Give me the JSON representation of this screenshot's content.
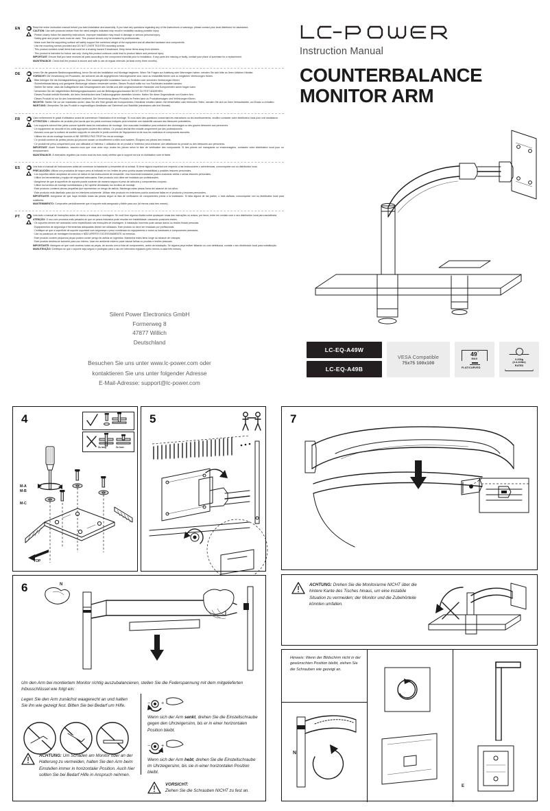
{
  "brand": {
    "logo_text": "LC-POWER",
    "subtitle": "Instruction Manual",
    "product_title_line1": "COUNTERBALANCE",
    "product_title_line2": "MONITOR ARM"
  },
  "safety": {
    "languages": [
      {
        "code": "EN",
        "intro": "Read the entire instruction manual before you start installation and assembly. If you have any questions regarding any of the instructions or warnings, please contact your local distributor for assistance.",
        "caution_label": "CAUTION:",
        "caution": "Use with products heavier than the rated weights indicated may result in instability causing possible injury.",
        "bullets": [
          "Please closely follow the assembly instructions. Improper installation may result in damage or serious personal injury.",
          "Safety gear and proper tools must be used. This product should only be installed by professionals.",
          "Make sure that the supporting surface will safely support the combined weight of the equipment and all attached hardware and components.",
          "Use the mounting screws provided and DO NOT OVER TIGHTEN mounting screws.",
          "This product contains small items that could be a choking hazard if swallowed. Keep these items away from children.",
          "This product is intended for indoor use only. Using this product outdoors could lead to product failure and personal injury."
        ],
        "important_label": "IMPORTANT:",
        "important": "Ensure that you have received all parts according to the component checklist prior to installation. If any parts are missing or faulty, contact your place of purchase for a replacement.",
        "maintenance_label": "MAINTENANCE:",
        "maintenance": "Check that the product is secure and safe to use at regular intervals (at least every three months)."
      },
      {
        "code": "DE",
        "intro": "Lesen Sie die gesamte Bedienungsanleitung, bevor Sie mit der Installation und Montage beginnen. Wenn Sie Fragen zur Anleitung oder Warnungen haben, wenden Sie sich bitte an Ihren örtlichen Händler.",
        "caution_label": "VORSICHT:",
        "caution": "Die Verwendung mit Produkten, die schwerer als die angegebenen Nennegewichte sind, kann zu Instabilität führen und zu möglichen Verletzungen führen.",
        "bullets": [
          "Bitte befolgen Sie die Montageanleitung genau. Eine unsachgemäße Installation kann zu Schäden oder schweren Verletzungen führen.",
          "Sicherheitsausrüstung und geeignete Werkzeuge müssen verwendet werden. Dieses Produkt sollte nur von Fachleuten installiert werden.",
          "Stellen Sie sicher, dass die Auflagefläche das Gesamtgewicht des Geräts und aller angeschlossenen Hardware und Komponenten sicher tragen kann.",
          "Verwenden Sie die mitgelieferten Befestigungsschrauben und die Befestigungsschrauben NICHT ZU FEST ANZIEHEN.",
          "Dieses Produkt enthält Kleinteile, die beim Verschlucken eine Erstickungsgefahr darstellen können. Halten Sie diese Gegenstände von Kindern fern.",
          "Dieses Produkt ist nur für den Innenbereich bestimmt. Die Verwendung dieses Produkts im Freien kann zu Produktversagen und Verletzungen führen."
        ],
        "important_label": "WICHTIG:",
        "important": "Stellen Sie vor der Installation sicher, dass Sie alle Teile gemäß der Komponenten-Checkliste erhalten haben. Bei fehlerhaften oder fehlenden Teilen, wenden Sie sich an Ihren Verkaufsstelle, um Ersatz zu erhalten.",
        "maintenance_label": "WARTUNG:",
        "maintenance": "Überprüfen Sie das Produkt in regelmäßigen Abständen auf Sicherheit und Stabilität (mindestens alle drei Monate)."
      },
      {
        "code": "FR",
        "intro": "Lisez entièrement le guide d'utilisateur avant de commencer l'installation et le montage. Si vous avez des questions concernant les instructions ou les avertissements, veuillez contacter votre distributeur local pour une assistance.",
        "caution_label": "ATTENTION:",
        "caution": "L'utilisation de produits plus lourds que les poids nominaux indiqués peut entraîner une instabilité causant des blessures potentielles.",
        "bullets": [
          "Les supports doivent être joints comme spécifié dans les instructions de montage. Une mauvaise installation peut entraîner des dommages ou des graves blessures aux personnes.",
          "Un équipement de sécurité et les outils appropriés doivent être utilisés. Ce produit devrait être installé uniquement par des professionnels.",
          "Assurez-vous que la surface de soutien supporte en sécurité le poids combiné de l'équipement et de tous les matériaux et composants associés.",
          "Utilisez les vis de montage fournies et NE SERREZ PAS TROP les vis de montage.",
          "Ce produit contient de petites pièces qui peuvent causer un étouffement si elles sont avalées. Éloignez ces pièces des enfants.",
          "Ce produit est prévu uniquement pour une utilisation à l'intérieur. L'utilisation de ce produit à l'extérieur peut entraîner une défaillance du produit ou des blessures aux personnes."
        ],
        "important_label": "IMPORTANT:",
        "important": "Avant l'installation, assurez-vous que vous avez reçu toutes les pièces selon la liste de vérification des composants. Si des pièces ont manquants ou endommagées, contactez votre distributeur local pour un remplacement.",
        "maintenance_label": "MAINTENANCE:",
        "maintenance": "À intervalles réguliers (au moins tous les trois mois) vérifiez que le support est sûr et d'utilisation sûre et fiable."
      },
      {
        "code": "ES",
        "intro": "Lea todo el manual de instrucciones antes de comenzar la instalación y ensamble de la unidad. Si tiene alguna inquietud con respecto a las instrucciones o advertencias, comuníquese con su distribuidor local.",
        "caution_label": "PRECAUCIÓN:",
        "caution": "Utilizar con productos de mayor peso al indicado en los límites de peso podría causar inestabilidad y posibles lesiones personales.",
        "bullets": [
          "Los soportes deben acoplarse tal como se indica en las instrucciones de ensamble. Una incorrecta instalación podría ocasionar daños o serias lesiones personales.",
          "Utilice los herramientas y equipo de seguridad adecuados. Este producto sólo debe ser instalado por profesionales.",
          "Asegúrese de que la superficie de soporte pueda sostener de manera segura el peso de articulos y componentes conjunto.",
          "Utilice los tornillos de montaje suministrados y NO apriete demasiado los tornillos de montaje.",
          "Este producto contiene piezas pequeñas que representan un riesgo de asfixia. Mantenga estas piezas fuera del alcance de los niños.",
          "Este producto está diseñado para uso en interiores solamente. Utilizar este producto en exteriores podría ocasionar fallas en el producto y lesiones personales."
        ],
        "important_label": "IMPORTANTE:",
        "important": "Asegúrese de que haya recibido todas las piezas según la lista de verificación de componentes previa a la instalación. Si falta alguna de las partes, o está dañada, comuníquese con su distribuidor local para sustituirla.",
        "maintenance_label": "MANTENIMIENTO:",
        "maintenance": "Compruebe periódicamente que el soporte está asegurado y fiable para uso (al menos cada tres meses)."
      },
      {
        "code": "PT",
        "intro": "Leia todo o manual de instruções antes de iniciar a instalação e montagem. Se você tiver alguma dúvida sobre quaisquer umas das instruções ou avisos, por favor, entre em contato com o seu distribuidor local para assistência.",
        "caution_label": "ATENÇÃO:",
        "caution": "O uso com produtos mais pesados do que os pesos indicados pode resultar em instabilidade, causando possíveis lesões.",
        "bullets": [
          "Os suportes devem ser anexados como especificado nas instruções de montagem. A instalação incorreta pode causar danos ou lesões físicas pessoais.",
          "Equipamentos de segurança e ferramentas adequadas devem ser utilizados. Este produto só deve ser instalado por profissionais.",
          "Certifique-se que a superfície de suporte suportará com segurança o peso combinado do equipamento e todos os hardwares e componentes anexados.",
          "Use os parafusos de montagem fornecidos e NÃO APERTE EXCESSIVAMENTE os mesmos.",
          "Este produto contém pequenos peças podem conter perigo de asfixia se ingeridos. Mantenha estes itens longe do alcance de crianças.",
          "Este produto destina-se somente para uso interno. Usar em ambiente externo pode causar falhas no produto e lesões pessoais."
        ],
        "important_label": "IMPORTANTE:",
        "important": "Assegure-se que você recebeu todas as peças, de acordo com a lista de componentes, antes da instalação. Se alguma peça estiver faltando ou com defeituosa, contate o seu distribuidor local para substituição.",
        "maintenance_label": "MANUTENÇÃO:",
        "maintenance": "Certifique-se que o suporte seja seguro e protegido para o uso em intervalos regulares (pelo menos a cada três meses)."
      }
    ]
  },
  "address": {
    "lines": [
      "Silent Power Electronics GmbH",
      "Formerweg 8",
      "47877 Willich",
      "Deutschland"
    ],
    "contact": [
      "Besuchen Sie uns unter www.lc-power.com oder",
      "kontaktieren Sie uns unter folgender Adresse",
      "E-Mail-Adresse: support@lc-power.com"
    ]
  },
  "badges": {
    "models": [
      "LC-EQ-A49W",
      "LC-EQ-A49B"
    ],
    "vesa_line1": "VESA Compatible",
    "vesa_line2": "75x75 100x100",
    "screen_size": "49",
    "screen_size_unit": "″",
    "screen_max": "MAX",
    "screen_type": "FLAT/CURVED",
    "weight_line1": "2-20kg",
    "weight_line2": "(4.4-44lbs)",
    "weight_line3": "RATED"
  },
  "steps": {
    "step4": {
      "number": "4",
      "labels": [
        "M-A",
        "M-B",
        "M-C"
      ],
      "ok_mark": "✓",
      "no_mark": "✕",
      "bad_label_1": "Zu lang",
      "bad_label_2": "Zu kurz",
      "top_label": "TOP"
    },
    "step5": {
      "number": "5"
    },
    "step6": {
      "number": "6",
      "hand_label": "N",
      "lead": "Um den Arm bei montiertem Monitor richtig auszubalancieren, stellen Sie die Federspannung mit dem mitgelieferten Inbusschlüssel wie folgt ein:",
      "left_text": "Legen Sie den Arm zunächst waagerecht an und halten Sie ihn wie gezeigt fest. Bitten Sie bei Bedarf um Hilfe.",
      "right_text_1_pre": "Wenn sich der Arm ",
      "right_text_1_bold": "senkt",
      "right_text_1_post": ", drehen Sie die Einstellschraube gegen den Uhrzeigersinn, bis er in einer horizontalen Position bleibt.",
      "right_text_2_pre": "Wenn sich der Arm ",
      "right_text_2_bold": "hebt",
      "right_text_2_post": ", drehen Sie die Einstellschraube im Uhrzeigersinn, bis sie in einer horizontalen Position bleibt.",
      "warn_left_label": "ACHTUNG:",
      "warn_left_text": "Um Schäden am Monitor oder an der Halterung zu vermeiden, halten Sie den Arm beim Einstellen immer in horizontaler Position. Auch hier sollten Sie bei Bedarf Hilfe in Anspruch nehmen.",
      "warn_right_label": "VORSICHT:",
      "warn_right_text": "Ziehen Sie die Schrauben NICHT zu fest an.",
      "knob_minus": "−",
      "knob_plus": "+"
    },
    "step7": {
      "number": "7"
    },
    "warning_panel": {
      "label": "ACHTUNG:",
      "text": "Drehen Sie die Monitorarme NICHT über die hintere Kante des Tisches hinaus, um eine instabile Situation zu vermeiden; der Monitor und die Zubehörteile könnten umfallen."
    },
    "note_panel": {
      "text": "Hinweis: Wenn der Blidschirm nicht in der gewünschten Position bleibt, ziehen Sie die Schrauben wie gezeigt an.",
      "label_n": "N",
      "label_e": "E"
    }
  },
  "colors": {
    "ink": "#1b1b1b",
    "badge_bg": "#231f20",
    "spec_bg": "#ececec",
    "muted": "#5b5b5b"
  }
}
